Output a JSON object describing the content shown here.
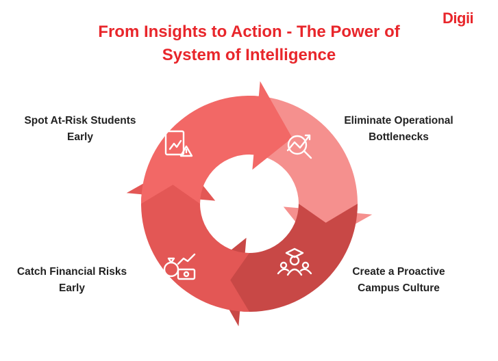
{
  "title_line1": "From Insights to Action - The Power of",
  "title_line2": "System of Intelligence",
  "logo": "Digii",
  "steps": [
    {
      "line1": "Spot At-Risk Students",
      "line2": "Early",
      "icon": "report-chart-warning-icon",
      "color": "#f26866"
    },
    {
      "line1": "Eliminate Operational",
      "line2": "Bottlenecks",
      "icon": "analytics-search-icon",
      "color": "#f5908e"
    },
    {
      "line1": "Create a Proactive",
      "line2": "Campus Culture",
      "icon": "graduate-group-icon",
      "color": "#c84846"
    },
    {
      "line1": "Catch Financial Risks",
      "line2": "Early",
      "icon": "money-growth-icon",
      "color": "#e35755"
    }
  ]
}
